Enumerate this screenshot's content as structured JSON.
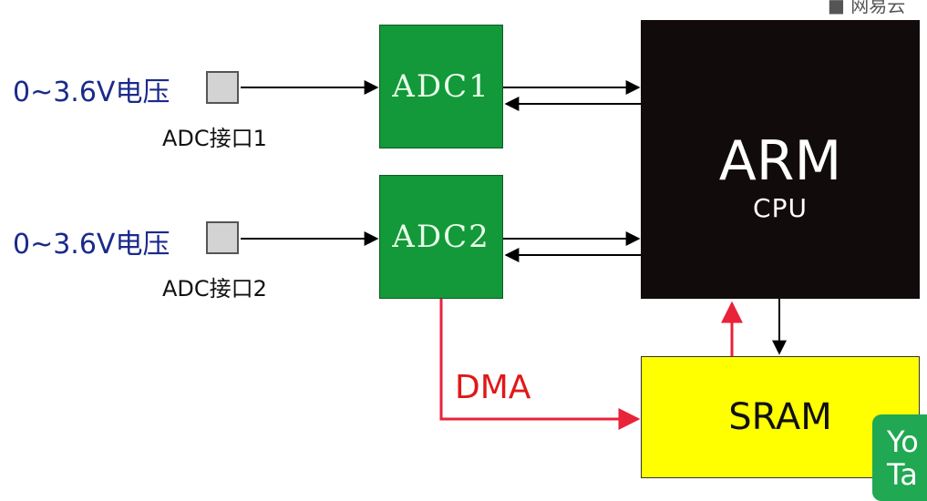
{
  "inputs": [
    {
      "voltage": "0~3.6V电压",
      "port_label": "ADC接口1"
    },
    {
      "voltage": "0~3.6V电压",
      "port_label": "ADC接口2"
    }
  ],
  "adcs": [
    "ADC1",
    "ADC2"
  ],
  "cpu": {
    "title": "ARM",
    "subtitle": "CPU"
  },
  "sram": {
    "label": "SRAM"
  },
  "dma": {
    "label": "DMA",
    "color": "#e01818"
  },
  "colors": {
    "adc": "#13983a",
    "cpu": "#120b0b",
    "sram": "#ffff00",
    "voltage_text": "#1a2a8a"
  },
  "overlay": {
    "text_line1": "Yo",
    "text_line2": "Ta"
  },
  "corner_watermark": {
    "icon": "camera-icon",
    "text": "网易云"
  }
}
